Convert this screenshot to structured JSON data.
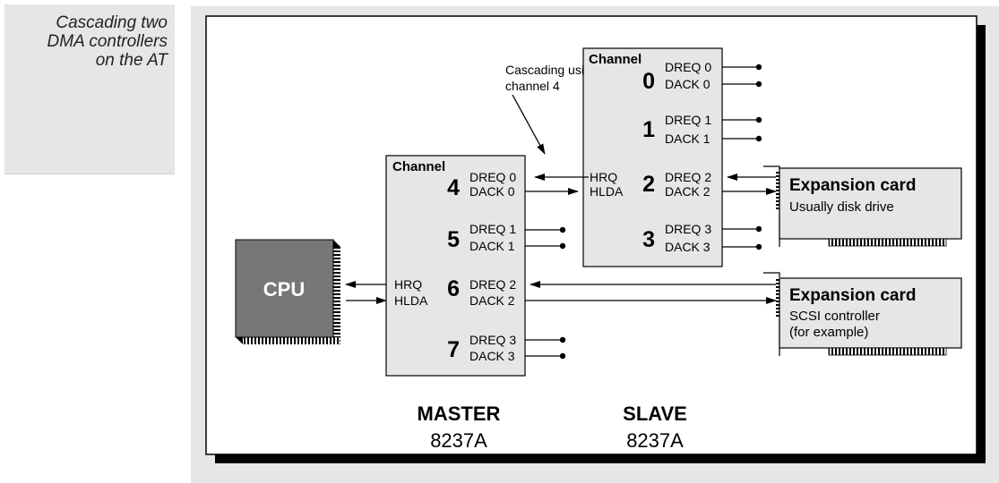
{
  "caption": {
    "line1": "Cascading two",
    "line2": "DMA controllers",
    "line3": "on the AT"
  },
  "annotation": {
    "line1": "Cascading using",
    "line2": "channel 4"
  },
  "cpu": {
    "label": "CPU"
  },
  "master": {
    "channel_header": "Channel",
    "hrq": "HRQ",
    "hlda": "HLDA",
    "title": "MASTER",
    "part": "8237A",
    "channels": [
      {
        "num": "4",
        "dreq": "DREQ 0",
        "dack": "DACK 0"
      },
      {
        "num": "5",
        "dreq": "DREQ 1",
        "dack": "DACK 1"
      },
      {
        "num": "6",
        "dreq": "DREQ 2",
        "dack": "DACK 2"
      },
      {
        "num": "7",
        "dreq": "DREQ 3",
        "dack": "DACK 3"
      }
    ]
  },
  "slave": {
    "channel_header": "Channel",
    "hrq": "HRQ",
    "hlda": "HLDA",
    "title": "SLAVE",
    "part": "8237A",
    "channels": [
      {
        "num": "0",
        "dreq": "DREQ 0",
        "dack": "DACK 0"
      },
      {
        "num": "1",
        "dreq": "DREQ 1",
        "dack": "DACK 1"
      },
      {
        "num": "2",
        "dreq": "DREQ 2",
        "dack": "DACK 2"
      },
      {
        "num": "3",
        "dreq": "DREQ 3",
        "dack": "DACK 3"
      }
    ]
  },
  "expansion_cards": [
    {
      "title": "Expansion card",
      "line1": "Usually disk drive",
      "line2": ""
    },
    {
      "title": "Expansion card",
      "line1": "SCSI controller",
      "line2": "(for example)"
    }
  ],
  "colors": {
    "panel": "#e6e6e6",
    "box": "#e6e6e6",
    "cpu": "#777777",
    "shadow": "#000000"
  }
}
